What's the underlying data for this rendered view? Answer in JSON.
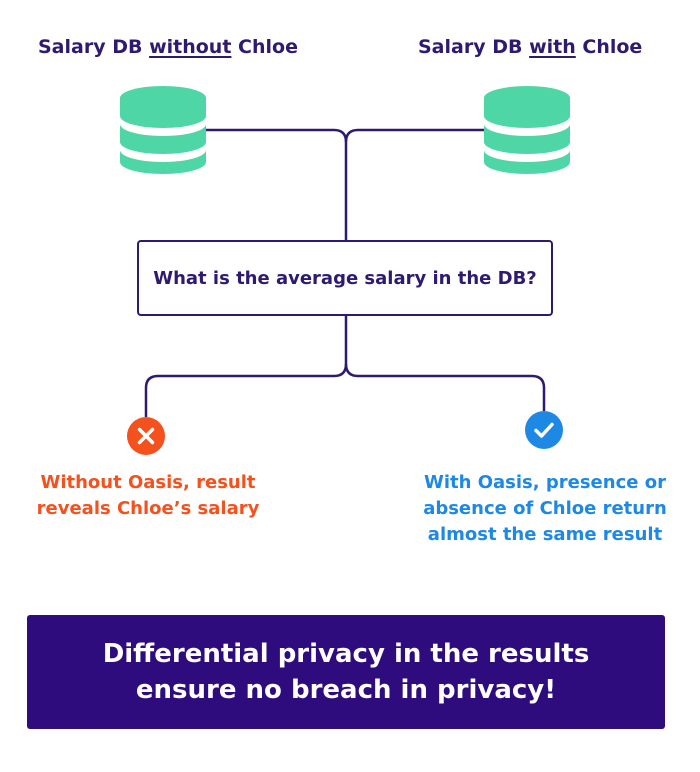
{
  "left_title": {
    "prefix": "Salary DB ",
    "emphasis": "without",
    "suffix": " Chloe"
  },
  "right_title": {
    "prefix": "Salary DB ",
    "emphasis": "with",
    "suffix": " Chloe"
  },
  "query": "What is the average salary in the DB?",
  "left_result": [
    "Without Oasis, result",
    "reveals Chloe’s salary"
  ],
  "right_result": [
    "With Oasis, presence or",
    "absence of Chloe return",
    "almost the same result"
  ],
  "banner": [
    "Differential privacy in the results",
    "ensure no breach in privacy!"
  ],
  "colors": {
    "navy": "#2e1a6f",
    "db_green": "#4fd6a7",
    "error_orange": "#f4511e",
    "success_blue": "#1e88e5",
    "banner_purple": "#2e0c7e"
  },
  "icons": {
    "database": "database-icon",
    "fail": "x-circle-icon",
    "success": "check-circle-icon"
  }
}
